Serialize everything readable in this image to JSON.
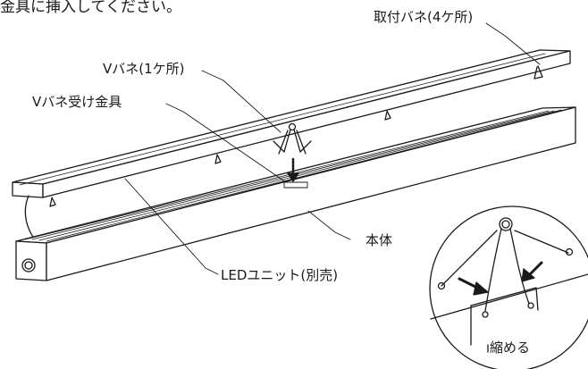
{
  "labels": {
    "top_text": "金具に挿入してください。",
    "mount_spring": "取付バネ(4ケ所)",
    "v_spring": "Vバネ(1ケ所)",
    "v_spring_bracket": "Vバネ受け金具",
    "body": "本体",
    "led_unit": "LEDユニット(別売)",
    "compress": "縮める"
  }
}
